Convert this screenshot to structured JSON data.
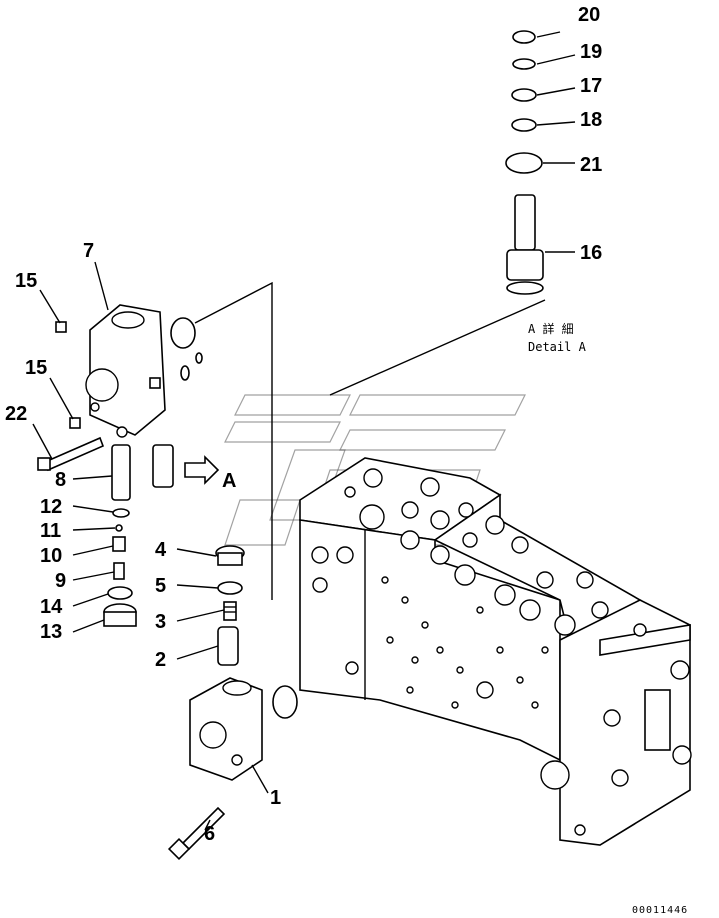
{
  "labels": {
    "p1": "1",
    "p2": "2",
    "p3": "3",
    "p4": "4",
    "p5": "5",
    "p6": "6",
    "p7": "7",
    "p8": "8",
    "p9": "9",
    "p10": "10",
    "p11": "11",
    "p12": "12",
    "p13": "13",
    "p14": "14",
    "p15a": "15",
    "p15b": "15",
    "p16": "16",
    "p17": "17",
    "p18": "18",
    "p19": "19",
    "p20": "20",
    "p21": "21",
    "p22": "22"
  },
  "detail": {
    "arrow_letter": "A",
    "title_jp": "A 詳 細",
    "title_en": "Detail A"
  },
  "drawing_code": "00011446"
}
